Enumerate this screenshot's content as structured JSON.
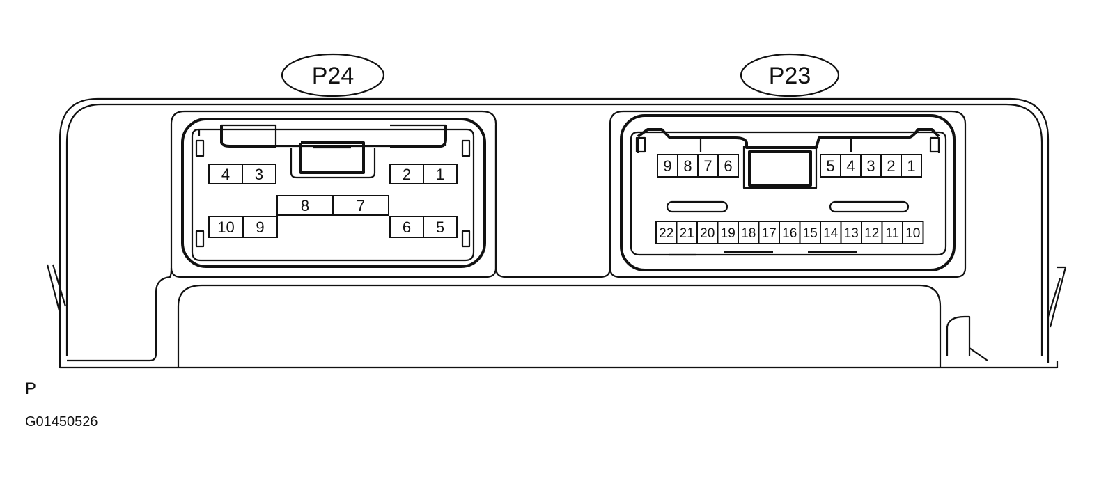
{
  "connectors": {
    "p24": {
      "label": "P24",
      "pins_top_left": [
        "4",
        "3"
      ],
      "pins_top_right": [
        "2",
        "1"
      ],
      "pins_middle": [
        "8",
        "7"
      ],
      "pins_bottom_left": [
        "10",
        "9"
      ],
      "pins_bottom_right": [
        "6",
        "5"
      ]
    },
    "p23": {
      "label": "P23",
      "pins_top_left": [
        "9",
        "8",
        "7",
        "6"
      ],
      "pins_top_right": [
        "5",
        "4",
        "3",
        "2",
        "1"
      ],
      "pins_bottom": [
        "22",
        "21",
        "20",
        "19",
        "18",
        "17",
        "16",
        "15",
        "14",
        "13",
        "12",
        "11",
        "10"
      ]
    }
  },
  "corner_letter": "P",
  "figure_code": "G01450526"
}
